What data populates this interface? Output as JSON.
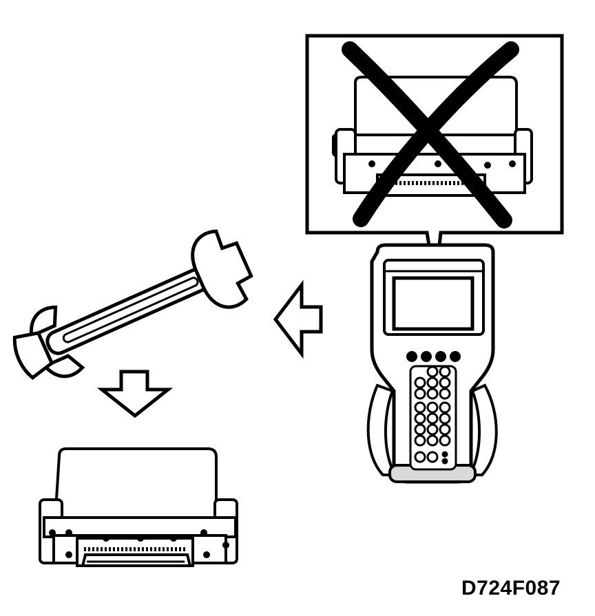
{
  "figure": {
    "reference_code": "D724F087"
  },
  "items": {
    "callout": "crossed-out-ecu",
    "scan_tool": "handheld-diagnostic-tool",
    "arrow_left": "hollow-arrow-left",
    "wrench": "open-end-wrench",
    "arrow_down": "hollow-arrow-down",
    "ecu": "replacement-ecu"
  },
  "colors": {
    "ink": "#000000",
    "paper": "#ffffff",
    "shade": "#d9d9d9"
  }
}
